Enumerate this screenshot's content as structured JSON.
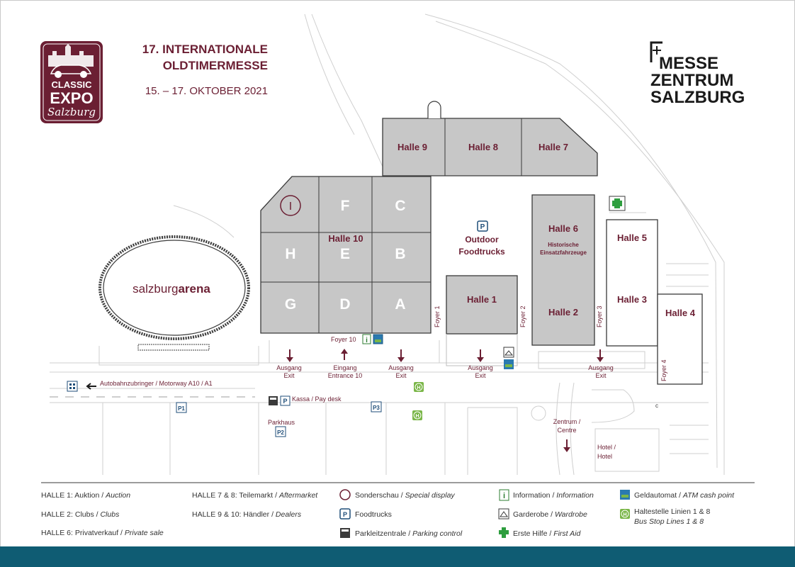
{
  "header": {
    "logo": {
      "line1": "CLASSIC",
      "line2": "EXPO",
      "line3": "Salzburg"
    },
    "title_line1": "17. INTERNATIONALE",
    "title_line2": "OLDTIMERMESSE",
    "dates": "15. – 17. OKTOBER 2021",
    "brand": {
      "line1": "MESSE",
      "line2": "ZENTRUM",
      "line3": "SALZBURG"
    }
  },
  "map": {
    "halls": {
      "h9": "Halle 9",
      "h8": "Halle 8",
      "h7": "Halle 7",
      "h10": "Halle 10",
      "h6": "Halle 6",
      "h6_sub1": "Historische",
      "h6_sub2": "Einsatzfahrzeuge",
      "h5": "Halle 5",
      "h3": "Halle 3",
      "h4": "Halle 4",
      "h2": "Halle 2",
      "h1": "Halle 1"
    },
    "sections": [
      "F",
      "C",
      "H",
      "E",
      "B",
      "G",
      "D",
      "A"
    ],
    "arena": {
      "prefix": "salzburg",
      "bold": "arena"
    },
    "outdoor": {
      "line1": "Outdoor",
      "line2": "Foodtrucks"
    },
    "foyers": {
      "f1": "Foyer 1",
      "f2": "Foyer 2",
      "f3": "Foyer 3",
      "f4": "Foyer 4",
      "f10": "Foyer 10"
    },
    "exits": {
      "e1": {
        "line1": "Ausgang",
        "line2": "Exit"
      },
      "entrance": {
        "line1": "Eingang",
        "line2": "Entrance 10"
      },
      "e2": {
        "line1": "Ausgang",
        "line2": "Exit"
      },
      "e3": {
        "line1": "Ausgang",
        "line2": "Exit"
      },
      "e4": {
        "line1": "Ausgang",
        "line2": "Exit"
      }
    },
    "motorway": "Autobahnzubringer / Motorway A10 / A1",
    "kassa": "Kassa / Pay desk",
    "parkhaus": "Parkhaus",
    "zentrum": {
      "line1": "Zentrum /",
      "line2": "Centre"
    },
    "hotel": {
      "line1": "Hotel /",
      "line2": "Hotel"
    },
    "parking_labels": {
      "p1": "P1",
      "p2": "P2",
      "p3": "P3",
      "p": "P"
    },
    "bus_symbol": "H",
    "info_symbol": "i",
    "c_marker": "c"
  },
  "legend": {
    "halle1": {
      "a": "HALLE 1: Auktion / ",
      "b": "Auction"
    },
    "halle2": {
      "a": "HALLE 2: Clubs / ",
      "b": "Clubs"
    },
    "halle6": {
      "a": "HALLE 6: Privatverkauf / ",
      "b": "Private sale"
    },
    "halle78": {
      "a": "HALLE 7 & 8: Teilemarkt / ",
      "b": "Aftermarket"
    },
    "halle910": {
      "a": "HALLE 9 & 10: Händler / ",
      "b": "Dealers"
    },
    "sonderschau": {
      "a": "Sonderschau / ",
      "b": "Special display"
    },
    "foodtrucks": "Foodtrucks",
    "parkleit": {
      "a": "Parkleitzentrale / ",
      "b": "Parking control"
    },
    "info": {
      "a": "Information / ",
      "b": "Information"
    },
    "garderobe": {
      "a": "Garderobe / ",
      "b": "Wardrobe"
    },
    "erstehilfe": {
      "a": "Erste Hilfe / ",
      "b": "First Aid"
    },
    "atm": {
      "a": "Geldautomat / ",
      "b": "ATM cash point"
    },
    "bus1": "Haltestelle Linien 1 & 8",
    "bus2": "Bus Stop Lines 1 & 8"
  },
  "colors": {
    "accent": "#6b1f33",
    "hall_fill": "#c7c7c7",
    "footer_bar": "#0f5c73",
    "first_aid": "#2e9e3f",
    "bus_stop": "#7ab648",
    "atm": "#2a7ab0"
  }
}
